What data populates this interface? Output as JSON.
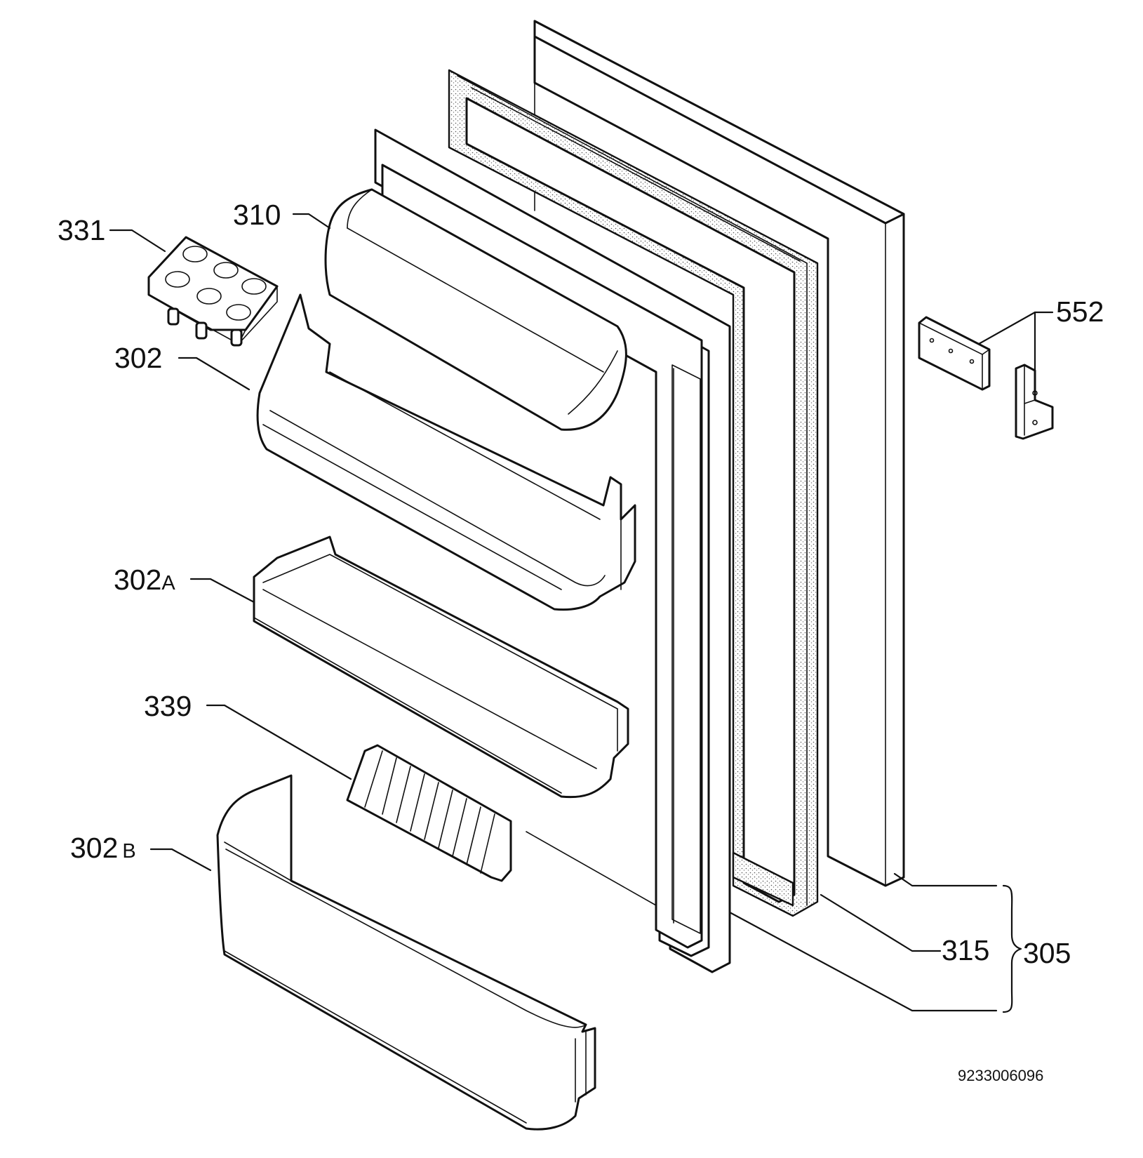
{
  "callouts": {
    "c331": "331",
    "c310": "310",
    "c302": "302",
    "c302a_num": "302",
    "c302a_suffix": "A",
    "c339": "339",
    "c302b_num": "302",
    "c302b_suffix": "B",
    "c552": "552",
    "c315": "315",
    "c305": "305"
  },
  "drawing_code": "9233006096"
}
